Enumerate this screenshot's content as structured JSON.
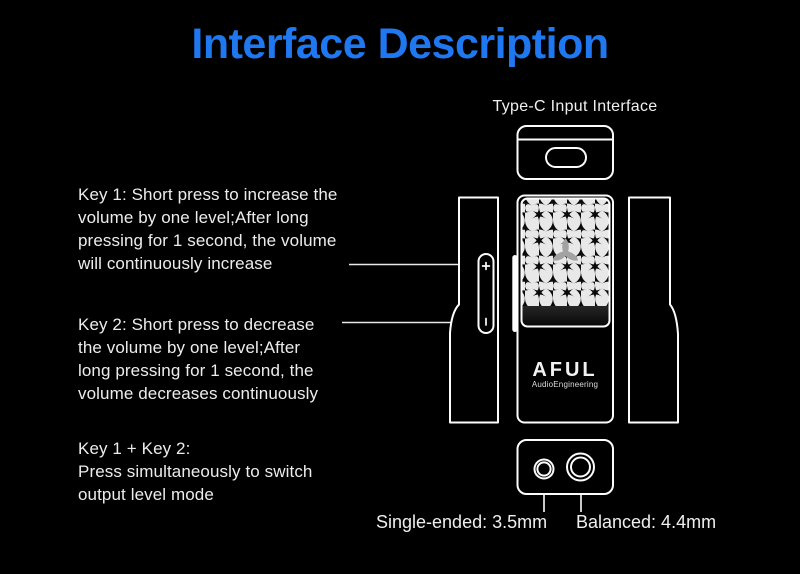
{
  "page": {
    "title": "Interface Description"
  },
  "device": {
    "top_port_label": "Type-C Input Interface",
    "brand": "AFUL",
    "brand_subtitle": "AudioEngineering",
    "output_left_label": "Single-ended: 3.5mm",
    "output_right_label": "Balanced: 4.4mm"
  },
  "keys": {
    "key1": "Key 1: Short press to increase the\nvolume by one level;After long\npressing for 1 second, the volume\nwill continuously increase",
    "key2": "Key 2: Short press to decrease\nthe volume by one level;After\nlong pressing for 1 second, the\nvolume decreases continuously",
    "combo": "Key 1 + Key 2:\nPress simultaneously to switch\noutput level mode"
  },
  "icons": {
    "volume_up": "plus-icon",
    "volume_down": "dash-icon",
    "usb_c_port": "usbc-port-icon",
    "jack_small": "jack-3.5mm-icon",
    "jack_large": "jack-4.4mm-icon"
  },
  "colors": {
    "background": "#000000",
    "accent_blue": "#1f78f0",
    "text_light": "#ececec",
    "line_white": "#fcfcfc",
    "logo_gray": "#a2a2a2",
    "pattern_light": "#e8e8e8",
    "pattern_dark": "#0a0a0a"
  }
}
